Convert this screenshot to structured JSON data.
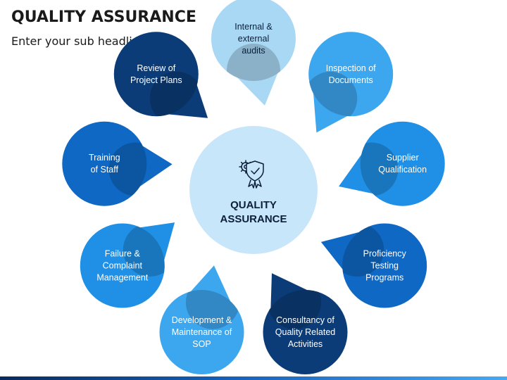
{
  "title": "QUALITY ASSURANCE",
  "subtitle": "Enter your sub headline here",
  "center": {
    "lines": [
      "QUALITY",
      "ASSURANCE"
    ],
    "icon": "gear-shield-badge-icon",
    "fill": "#c8e6fa",
    "text_color": "#0b1f3a"
  },
  "items": [
    {
      "lines": [
        "Internal &",
        "external",
        "audits"
      ],
      "fill": "#a9d8f5",
      "text_color": "#0b1f3a"
    },
    {
      "lines": [
        "Inspection of",
        "Documents"
      ],
      "fill": "#3ca7ef",
      "text_color": "#ffffff"
    },
    {
      "lines": [
        "Supplier",
        "Qualification"
      ],
      "fill": "#1f90e6",
      "text_color": "#ffffff"
    },
    {
      "lines": [
        "Proficiency",
        "Testing",
        "Programs"
      ],
      "fill": "#0f68c4",
      "text_color": "#ffffff"
    },
    {
      "lines": [
        "Consultancy of",
        "Quality Related",
        "Activities"
      ],
      "fill": "#0c3c78",
      "text_color": "#ffffff"
    },
    {
      "lines": [
        "Development &",
        "Maintenance of",
        "SOP"
      ],
      "fill": "#3ca7ef",
      "text_color": "#ffffff"
    },
    {
      "lines": [
        "Failure &",
        "Complaint",
        "Management"
      ],
      "fill": "#1f90e6",
      "text_color": "#ffffff"
    },
    {
      "lines": [
        "Training",
        "of Staff"
      ],
      "fill": "#0f68c4",
      "text_color": "#ffffff"
    },
    {
      "lines": [
        "Review of",
        "Project Plans"
      ],
      "fill": "#0c3c78",
      "text_color": "#ffffff"
    }
  ]
}
